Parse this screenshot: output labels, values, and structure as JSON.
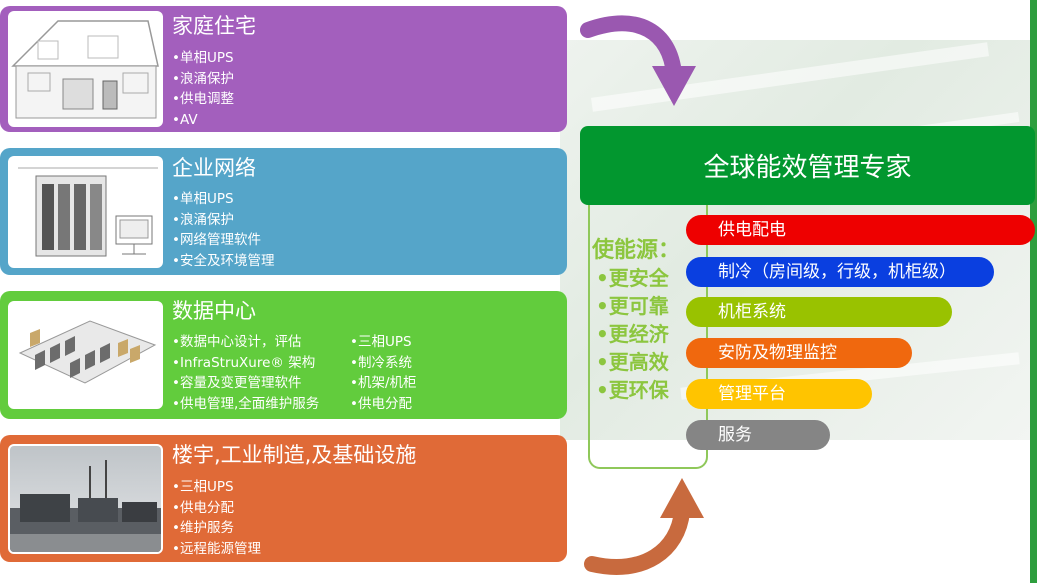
{
  "panels": {
    "home": {
      "title": "家庭住宅",
      "items": [
        "单相UPS",
        "浪涌保护",
        "供电调整",
        "AV"
      ]
    },
    "enterprise": {
      "title": "企业网络",
      "items": [
        "单相UPS",
        "浪涌保护",
        "网络管理软件",
        "安全及环境管理"
      ]
    },
    "datacenter": {
      "title": "数据中心",
      "items_left": [
        "数据中心设计，评估",
        "InfraStruXure® 架构",
        "容量及变更管理软件",
        "供电管理,全面维护服务"
      ],
      "items_right": [
        "三相UPS",
        "制冷系统",
        "机架/机柜",
        "供电分配"
      ]
    },
    "building": {
      "title": "楼宇,工业制造,及基础设施",
      "items": [
        "三相UPS",
        "供电分配",
        "维护服务",
        "远程能源管理"
      ]
    }
  },
  "headline": "全球能效管理专家",
  "benefits": {
    "heading": "使能源：",
    "items": [
      "更安全",
      "更可靠",
      "更经济",
      "更高效",
      "更环保"
    ]
  },
  "offerings": [
    {
      "label": "供电配电",
      "color": "#ee0000"
    },
    {
      "label": "制冷（房间级，行级，机柜级）",
      "color": "#0a3fe0"
    },
    {
      "label": "机柜系统",
      "color": "#99c200"
    },
    {
      "label": "安防及物理监控",
      "color": "#f0680e"
    },
    {
      "label": "管理平台",
      "color": "#ffc400"
    },
    {
      "label": "服务",
      "color": "#858585"
    }
  ],
  "colors": {
    "home": "#a35fbd",
    "enterprise": "#55a5c9",
    "datacenter": "#62cc3d",
    "building": "#e06a37",
    "headline": "#02972f",
    "benefits_text": "#8cc63f",
    "arrow_top": "#9a58b0",
    "arrow_bottom": "#c86a3e"
  }
}
